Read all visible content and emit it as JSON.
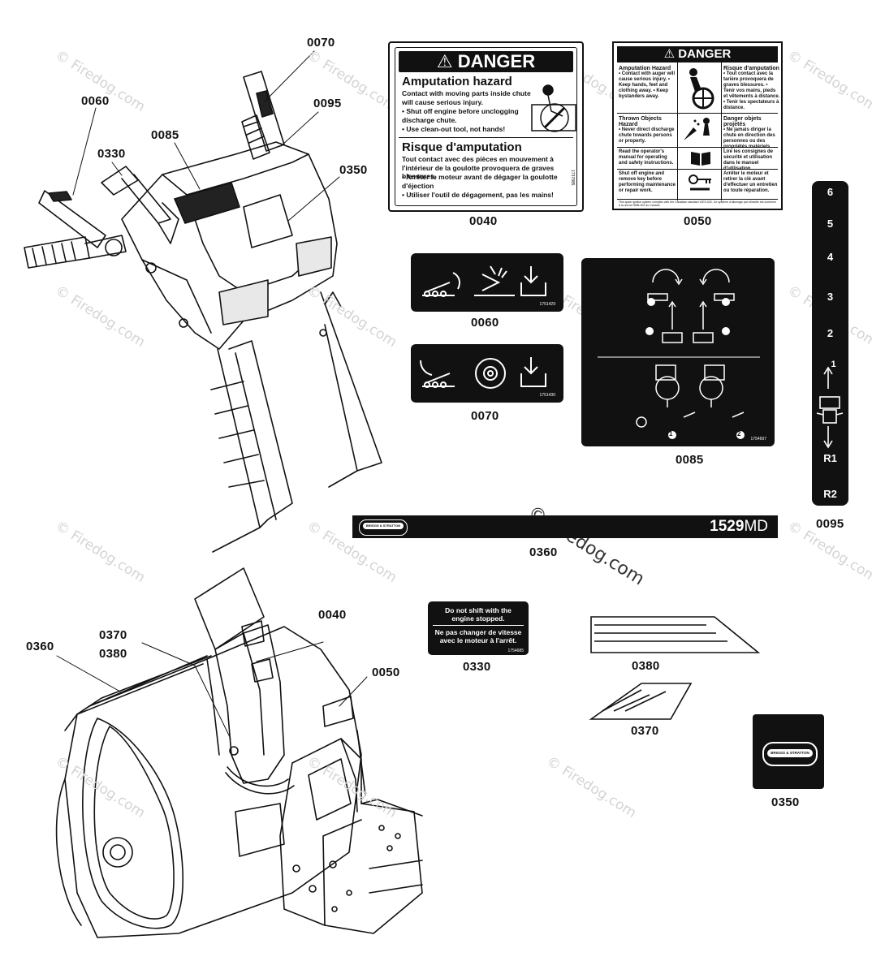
{
  "diagram": {
    "callouts": {
      "c0070_top": "0070",
      "c0060_top": "0060",
      "c0095_top": "0095",
      "c0085_top": "0085",
      "c0330_top": "0330",
      "c0350_top": "0350",
      "c0040_cap": "0040",
      "c0050_cap": "0050",
      "c0060_cap": "0060",
      "c0070_cap": "0070",
      "c0085_cap": "0085",
      "c0095_cap": "0095",
      "c0360_cap": "0360",
      "c0330_cap": "0330",
      "c0380_cap": "0380",
      "c0370_cap": "0370",
      "c0350_cap": "0350",
      "c0040_bot": "0040",
      "c0370_bot": "0370",
      "c0380_bot": "0380",
      "c0360_bot": "0360",
      "c0050_bot": "0050"
    },
    "watermark": "© Firedog.com",
    "decal_0040": {
      "banner": "DANGER",
      "heading_en": "Amputation hazard",
      "line1": "Contact with moving parts inside chute will cause serious injury.",
      "line2": "• Shut off engine before unclogging discharge chute.",
      "line3": "• Use clean-out tool, not hands!",
      "heading_fr": "Risque d'amputation",
      "fr1": "Tout contact avec des pièces en mouvement à l'intérieur de la goulotte provoquera de graves blessures.",
      "fr2": "• Arrêter le moteur avant de dégager la goulotte d'éjection",
      "fr3": "• Utiliser l'outil de dégagement, pas les mains!",
      "part_no": "1737885"
    },
    "decal_0050": {
      "banner": "DANGER",
      "c1_title": "Amputation Hazard",
      "c1_text": "• Contact with auger will cause serious injury. • Keep hands, feet and clothing away. • Keep bystanders away.",
      "c2_title": "Risque d'amputation",
      "c2_text": "• Tout contact avec la tarière provoquera de graves blessures. • Tenir vos mains, pieds et vêtements à distance. • Tenir les spectateurs à distance.",
      "c3_title": "Thrown Objects Hazard",
      "c3_text": "• Never direct discharge chute towards persons or property.",
      "c4_title": "Danger objets projetés",
      "c4_text": "• Ne jamais diriger la chute en direction des personnes ou des propriétés matériels.",
      "c5_text": "Read the operator's manual for operating and safety instructions.",
      "c6_text": "Lire les consignes de sécurité et utilisation dans le manuel d'utilisation.",
      "c7_text": "Shut off engine and remove key before performing maintenance or repair work.",
      "c8_text": "Arrêter le moteur et retirer la clé avant d'effectuer un entretien ou toute réparation.",
      "footer": "This spark ignition system complies with the Canadian standard ICES-002. Ce système d'allumage par étincelle est conforme à la norme NMB-002 du Canada."
    },
    "decal_0060": {
      "part_no": "1751429"
    },
    "decal_0070": {
      "part_no": "1751430"
    },
    "decal_0085": {
      "part_no": "1754697",
      "step1": "1",
      "step2": "2"
    },
    "decal_0095": {
      "gears": [
        "6",
        "5",
        "4",
        "3",
        "2",
        "1",
        "R1",
        "R2"
      ]
    },
    "decal_0360": {
      "model": "1529",
      "model_suffix": "MD",
      "brand": "BRIGGS & STRATTON"
    },
    "decal_0330": {
      "en1": "Do not shift with the",
      "en2": "engine stopped.",
      "fr1": "Ne pas changer de vitesse",
      "fr2": "avec le moteur à l'arrêt.",
      "part_no": "1754685"
    },
    "decal_0350": {
      "brand": "BRIGGS & STRATTON"
    }
  }
}
